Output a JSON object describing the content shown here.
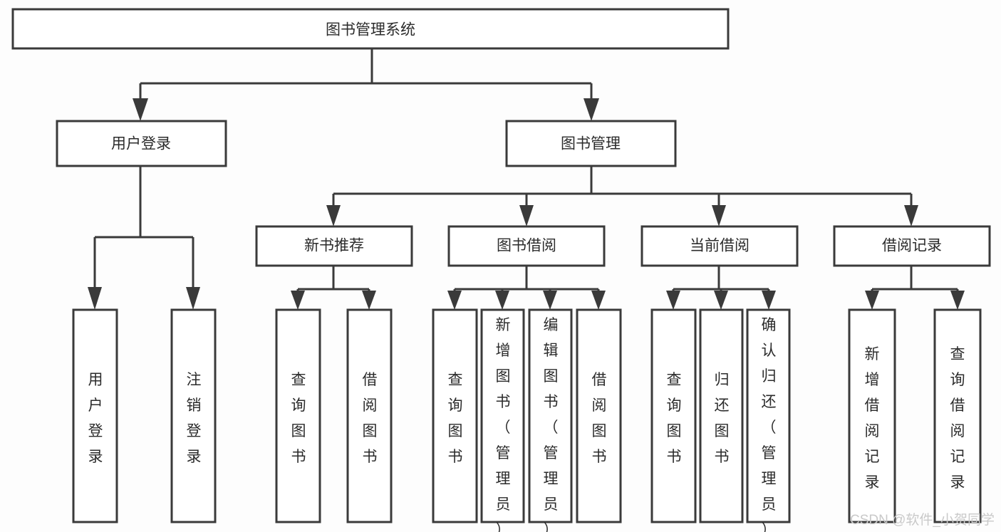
{
  "diagram": {
    "title": "图书管理系统",
    "type": "tree-hierarchy",
    "orientation": "top-down",
    "colors": {
      "box_stroke": "#3a3a3a",
      "box_fill": "#ffffff",
      "connector": "#3a3a3a",
      "text": "#2b2b2b",
      "background": "#fdfdfd",
      "watermark": "#c9c9c9"
    },
    "root": {
      "id": "root",
      "label": "图书管理系统"
    },
    "level2": [
      {
        "id": "n-user-login",
        "label": "用户登录"
      },
      {
        "id": "n-book-manage",
        "label": "图书管理"
      }
    ],
    "level3": [
      {
        "id": "n-new-book-rec",
        "label": "新书推荐",
        "parent": "n-book-manage"
      },
      {
        "id": "n-book-borrow",
        "label": "图书借阅",
        "parent": "n-book-manage"
      },
      {
        "id": "n-current-borrow",
        "label": "当前借阅",
        "parent": "n-book-manage"
      },
      {
        "id": "n-borrow-record",
        "label": "借阅记录",
        "parent": "n-book-manage"
      }
    ],
    "leaves": {
      "user_login": [
        {
          "id": "lf-user-login",
          "label": "用户登录"
        },
        {
          "id": "lf-user-logout",
          "label": "注销登录"
        }
      ],
      "new_book_rec": [
        {
          "id": "lf-query-book-1",
          "label": "查询图书"
        },
        {
          "id": "lf-borrow-book-1",
          "label": "借阅图书"
        }
      ],
      "book_borrow": [
        {
          "id": "lf-query-book-2",
          "label": "查询图书"
        },
        {
          "id": "lf-add-book",
          "label": "新增图书（管理员）"
        },
        {
          "id": "lf-edit-book",
          "label": "编辑图书（管理员）"
        },
        {
          "id": "lf-borrow-book-2",
          "label": "借阅图书"
        }
      ],
      "current_borrow": [
        {
          "id": "lf-query-book-3",
          "label": "查询图书"
        },
        {
          "id": "lf-return-book",
          "label": "归还图书"
        },
        {
          "id": "lf-confirm-return",
          "label": "确认归还（管理员）"
        }
      ],
      "borrow_record": [
        {
          "id": "lf-add-record",
          "label": "新增借阅记录"
        },
        {
          "id": "lf-query-record",
          "label": "查询借阅记录"
        }
      ]
    }
  },
  "watermark": {
    "text": "CSDN @软件_小贺同学"
  }
}
